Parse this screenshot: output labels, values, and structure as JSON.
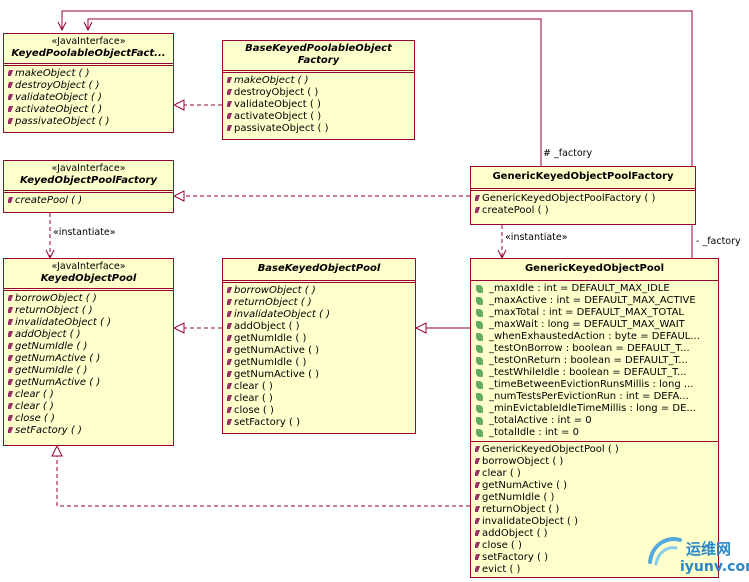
{
  "classes": {
    "kpof": {
      "stereotype": "«JavaInterface»",
      "name": "KeyedPoolableObjectFact...",
      "ops": [
        "makeObject ( )",
        "destroyObject ( )",
        "validateObject ( )",
        "activateObject ( )",
        "passivateObject ( )"
      ]
    },
    "bkpof": {
      "name_line1": "BaseKeyedPoolableObject",
      "name_line2": "Factory",
      "ops": [
        "makeObject ( )",
        "destroyObject ( )",
        "validateObject ( )",
        "activateObject ( )",
        "passivateObject ( )"
      ]
    },
    "kopf": {
      "stereotype": "«JavaInterface»",
      "name": "KeyedObjectPoolFactory",
      "ops": [
        "createPool ( )"
      ]
    },
    "gkopf": {
      "name": "GenericKeyedObjectPoolFactory",
      "ops": [
        "GenericKeyedObjectPoolFactory ( )",
        "createPool ( )"
      ]
    },
    "kop": {
      "stereotype": "«JavaInterface»",
      "name": "KeyedObjectPool",
      "ops": [
        "borrowObject ( )",
        "returnObject ( )",
        "invalidateObject ( )",
        "addObject ( )",
        "getNumIdle ( )",
        "getNumActive ( )",
        "getNumIdle ( )",
        "getNumActive ( )",
        "clear ( )",
        "clear ( )",
        "close ( )",
        "setFactory ( )"
      ]
    },
    "bkop": {
      "name": "BaseKeyedObjectPool",
      "ops": [
        "borrowObject ( )",
        "returnObject ( )",
        "invalidateObject ( )",
        "addObject ( )",
        "getNumIdle ( )",
        "getNumActive ( )",
        "getNumIdle ( )",
        "getNumActive ( )",
        "clear ( )",
        "clear ( )",
        "close ( )",
        "setFactory ( )"
      ]
    },
    "gkop": {
      "name": "GenericKeyedObjectPool",
      "attrs": [
        "_maxIdle : int = DEFAULT_MAX_IDLE",
        "_maxActive : int = DEFAULT_MAX_ACTIVE",
        "_maxTotal : int = DEFAULT_MAX_TOTAL",
        "_maxWait : long = DEFAULT_MAX_WAIT",
        "_whenExhaustedAction : byte = DEFAUL...",
        "_testOnBorrow : boolean = DEFAULT_T...",
        "_testOnReturn : boolean = DEFAULT_T...",
        "_testWhileIdle : boolean = DEFAULT_T...",
        "_timeBetweenEvictionRunsMillis : long ...",
        "_numTestsPerEvictionRun : int = DEFA...",
        "_minEvictableIdleTimeMillis : long = DE...",
        "_totalActive : int = 0",
        "_totalIdle : int = 0"
      ],
      "ops": [
        "GenericKeyedObjectPool ( )",
        "borrowObject ( )",
        "clear ( )",
        "getNumActive ( )",
        "getNumIdle ( )",
        "returnObject ( )",
        "invalidateObject ( )",
        "addObject ( )",
        "close ( )",
        "setFactory ( )",
        "evict ( )"
      ]
    }
  },
  "labels": {
    "factory_hash": "# _factory",
    "factory_minus": "- _factory",
    "instantiate_left": "«instantiate»",
    "instantiate_right": "«instantiate»"
  },
  "watermark": {
    "cn": "运维网",
    "url": "iyunv.com"
  },
  "colors": {
    "class_fill": "#ffffcc",
    "class_border": "#990033",
    "connector": "#990033"
  }
}
